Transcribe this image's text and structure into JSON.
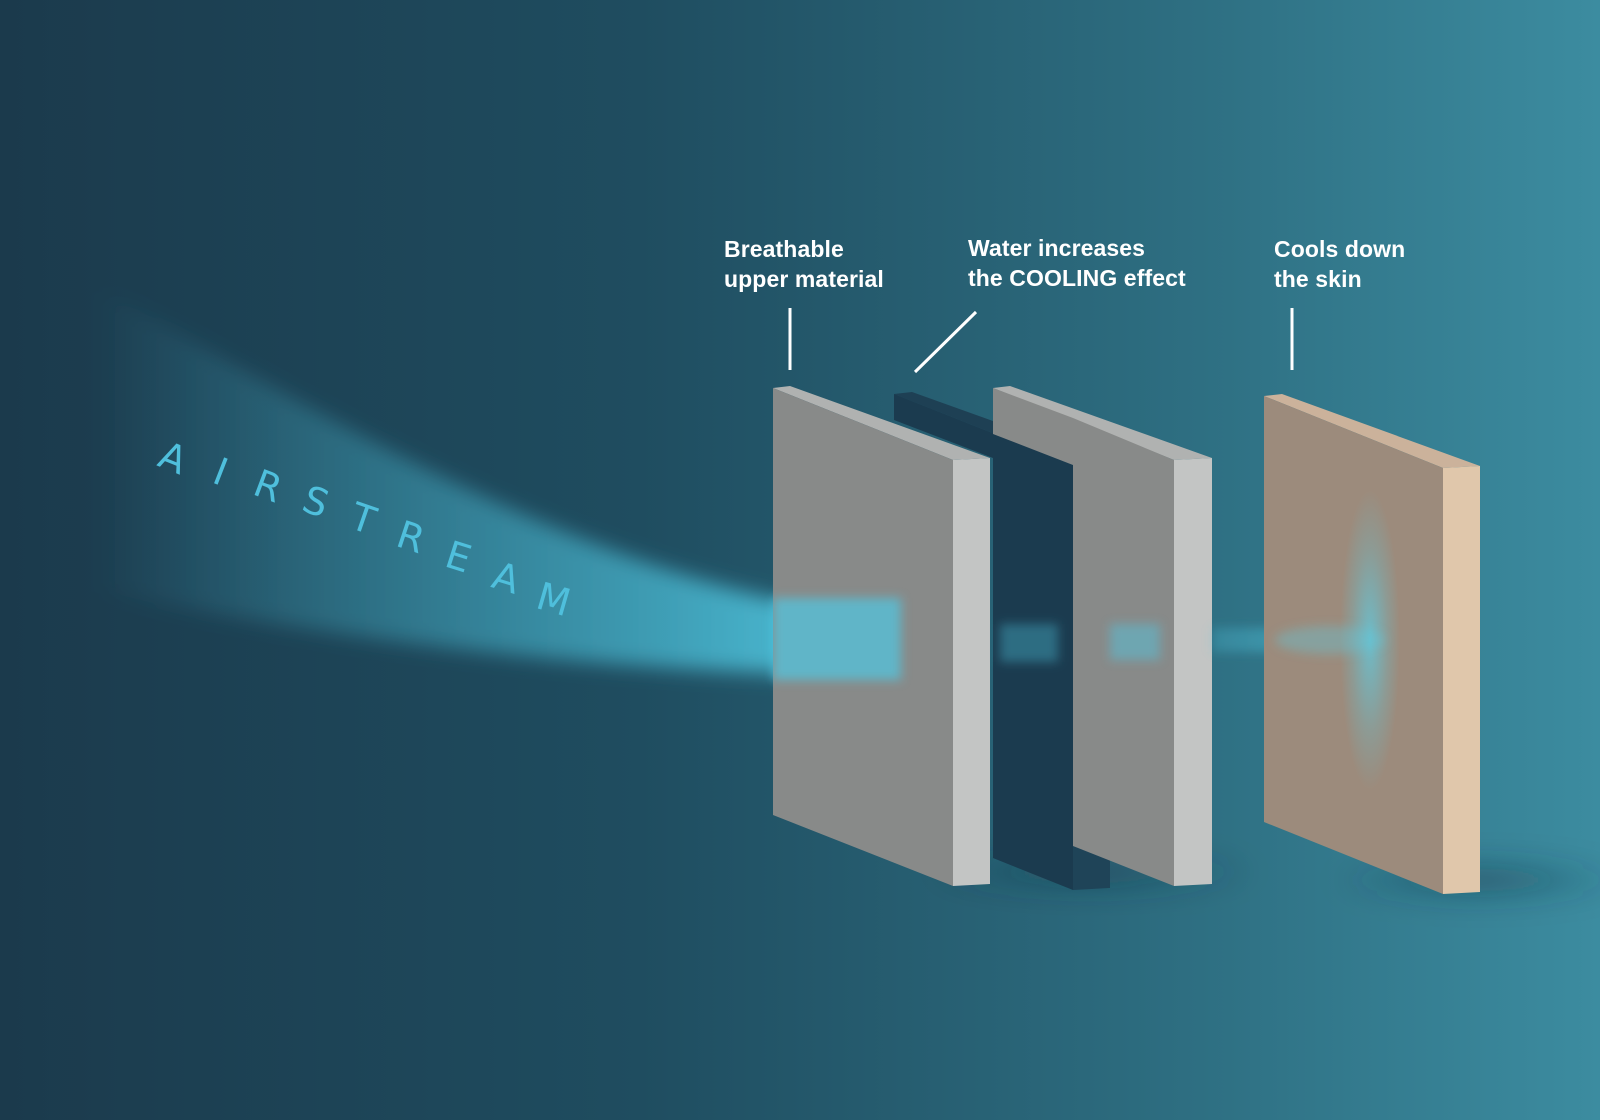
{
  "airstream": {
    "label": "AIRSTREAM"
  },
  "layers": [
    {
      "id": "upper",
      "label_lines": [
        "Breathable",
        "upper material"
      ]
    },
    {
      "id": "water",
      "label_lines": [
        "Water increases",
        "the COOLING effect"
      ]
    },
    {
      "id": "skin",
      "label_lines": [
        "Cools down",
        "the skin"
      ]
    }
  ],
  "colors": {
    "background_left": "#1b3a4c",
    "background_right": "#3b8a9e",
    "panel_grey_face": "#888a89",
    "panel_grey_side": "#c3c5c4",
    "panel_grey_top": "#b0b2b1",
    "panel_dark_face": "#1b3b4f",
    "panel_dark_side": "#1f4458",
    "panel_skin_face": "#9c8b7c",
    "panel_skin_side": "#e0c7ab",
    "panel_skin_top": "#cbb29b",
    "airstream": "#4fc8e2",
    "label_text": "#ffffff"
  }
}
